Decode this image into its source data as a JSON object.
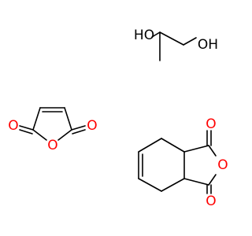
{
  "colors": {
    "background": "#ffffff",
    "bond": "#000000",
    "hydroxyl_label": "#000000",
    "oxygen_label": "#ff0000"
  },
  "molecules": {
    "propylene_glycol": {
      "oh_left": "HO",
      "oh_right": "OH"
    },
    "maleic_anhydride": {
      "o_left": "O",
      "o_ring": "O",
      "o_right": "O"
    },
    "tetrahydrophthalic_anhydride": {
      "o_top": "O",
      "o_ring": "O",
      "o_bottom": "O"
    }
  }
}
